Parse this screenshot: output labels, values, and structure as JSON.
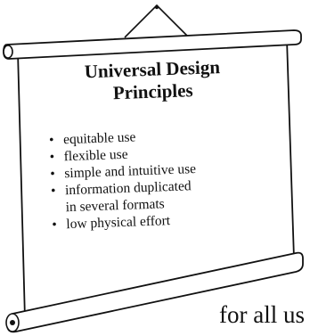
{
  "poster": {
    "title_line1": "Universal Design",
    "title_line2": "Principles",
    "principles": [
      "equitable use",
      "flexible use",
      "simple and intuitive use",
      "information duplicated",
      "in several formats",
      "low physical effort"
    ]
  },
  "caption": "for all us"
}
